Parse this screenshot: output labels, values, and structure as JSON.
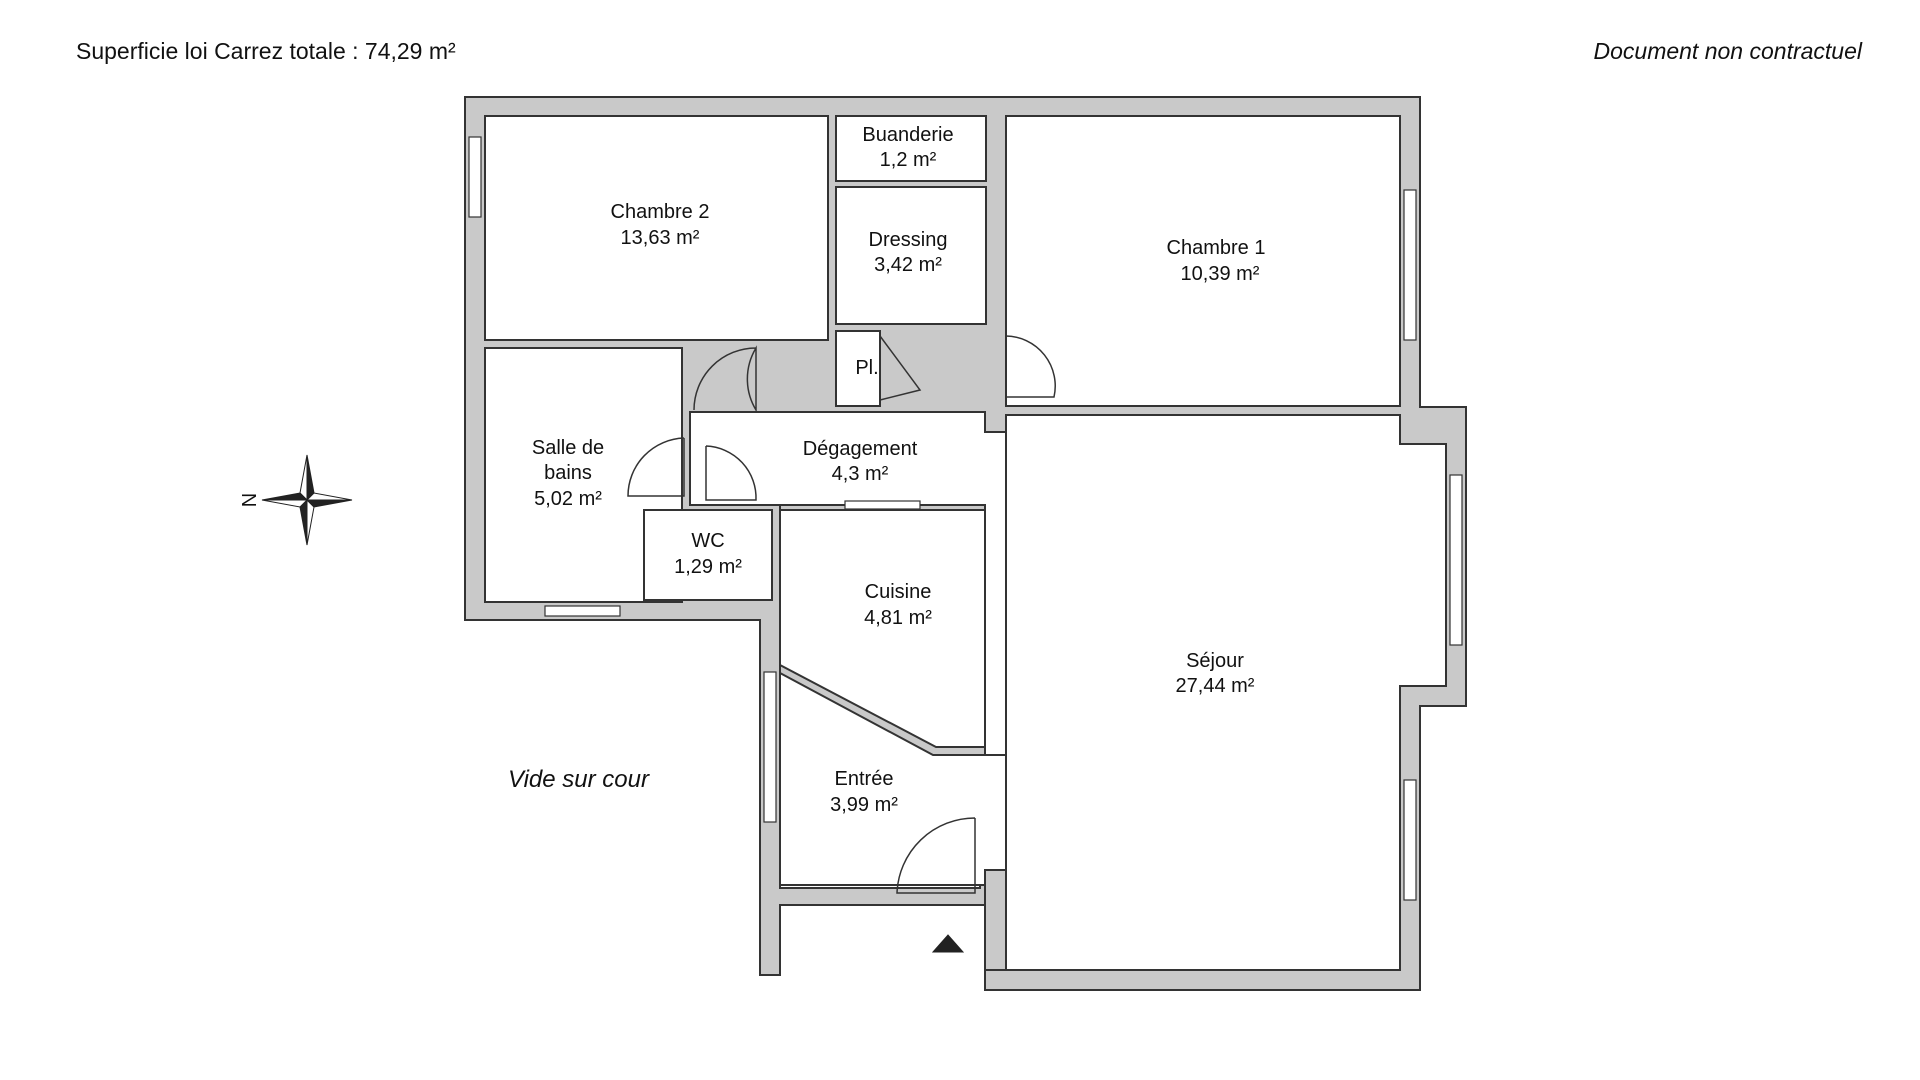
{
  "header": {
    "total_label": "Superficie loi Carrez totale :  74,29 m²",
    "disclaimer": "Document non contractuel"
  },
  "compass": {
    "north_label": "N"
  },
  "outside_label": "Vide sur cour",
  "rooms": {
    "chambre2": {
      "name": "Chambre 2",
      "area": "13,63 m²"
    },
    "buanderie": {
      "name": "Buanderie",
      "area": "1,2 m²"
    },
    "dressing": {
      "name": "Dressing",
      "area": "3,42 m²"
    },
    "placard": {
      "name": "Pl."
    },
    "chambre1": {
      "name": "Chambre 1",
      "area": "10,39 m²"
    },
    "sdb": {
      "name_line1": "Salle de",
      "name_line2": "bains",
      "area": "5,02 m²"
    },
    "degagement": {
      "name": "Dégagement",
      "area": "4,3 m²"
    },
    "wc": {
      "name": "WC",
      "area": "1,29 m²"
    },
    "cuisine": {
      "name": "Cuisine",
      "area": "4,81 m²"
    },
    "sejour": {
      "name": "Séjour",
      "area": "27,44 m²"
    },
    "entree": {
      "name": "Entrée",
      "area": "3,99 m²"
    }
  },
  "colors": {
    "wall": "#c9c9c9",
    "line": "#333333"
  }
}
